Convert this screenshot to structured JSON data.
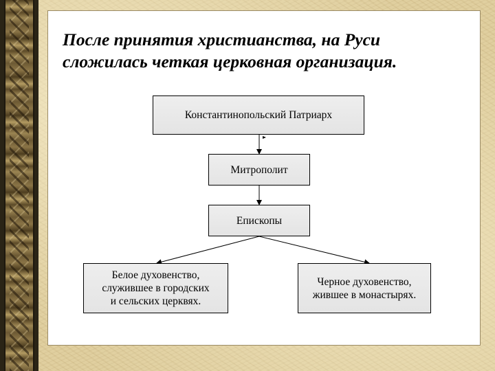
{
  "title_lines": [
    "После принятия христианства, на Руси",
    "сложилась четкая церковная организация."
  ],
  "diagram": {
    "nodes": {
      "patriarch": "Константинопольский Патриарх",
      "metropolitan": "Митрополит",
      "bishops": "Епископы",
      "white_clergy": "Белое духовенство,\nслужившее в городских\nи сельских церквях.",
      "black_clergy": "Черное духовенство,\nжившее в монастырях."
    },
    "edges": [
      {
        "from": "Константинопольский Патриарх",
        "to": "Митрополит"
      },
      {
        "from": "Митрополит",
        "to": "Епископы"
      },
      {
        "from": "Епископы",
        "to": "Белое духовенство"
      },
      {
        "from": "Епископы",
        "to": "Черное духовенство"
      }
    ]
  },
  "colors": {
    "node_fill": "#e9e9e9",
    "node_border": "#000000",
    "panel": "#ffffff",
    "background": "#e0cf9f"
  }
}
